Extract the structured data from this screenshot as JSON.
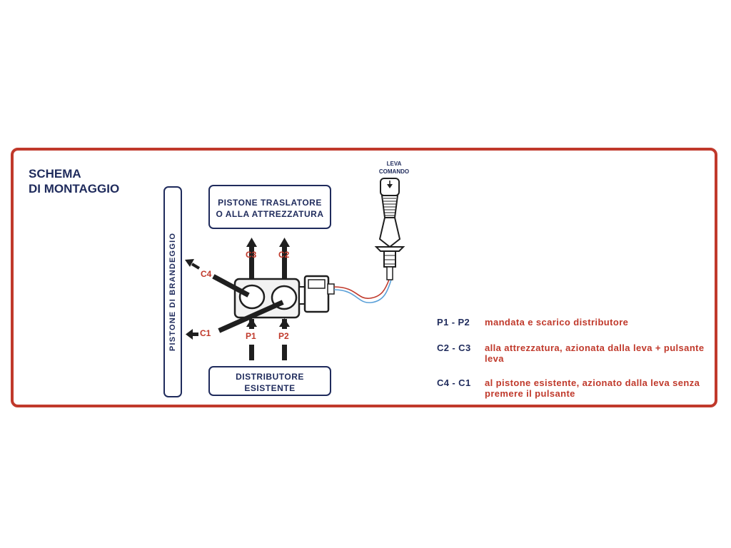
{
  "title": {
    "line1": "SCHEMA",
    "line2": "DI MONTAGGIO"
  },
  "boxes": {
    "top_line1": "PISTONE TRASLATORE",
    "top_line2": "O ALLA ATTREZZATURA",
    "bottom_line1": "DISTRIBUTORE",
    "bottom_line2": "ESISTENTE",
    "side": "PISTONE DI BRANDEGGIO"
  },
  "ports": {
    "c1": "C1",
    "c2": "C2",
    "c3": "C3",
    "c4": "C4",
    "p1": "P1",
    "p2": "P2"
  },
  "lever": {
    "line1": "LEVA",
    "line2": "COMANDO"
  },
  "legend": [
    {
      "code": "P1 - P2",
      "desc": "mandata e scarico distributore"
    },
    {
      "code": "C2 - C3",
      "desc": "alla attrezzatura, azionata dalla leva + pulsante leva"
    },
    {
      "code": "C4 - C1",
      "desc": "al pistone esistente, azionato dalla leva senza premere il pulsante"
    }
  ],
  "colors": {
    "frame": "#c0392b",
    "text_navy": "#1f2b5c",
    "text_red": "#c0392b",
    "wire_red": "#c0392b",
    "wire_blue": "#5aa0d8"
  }
}
